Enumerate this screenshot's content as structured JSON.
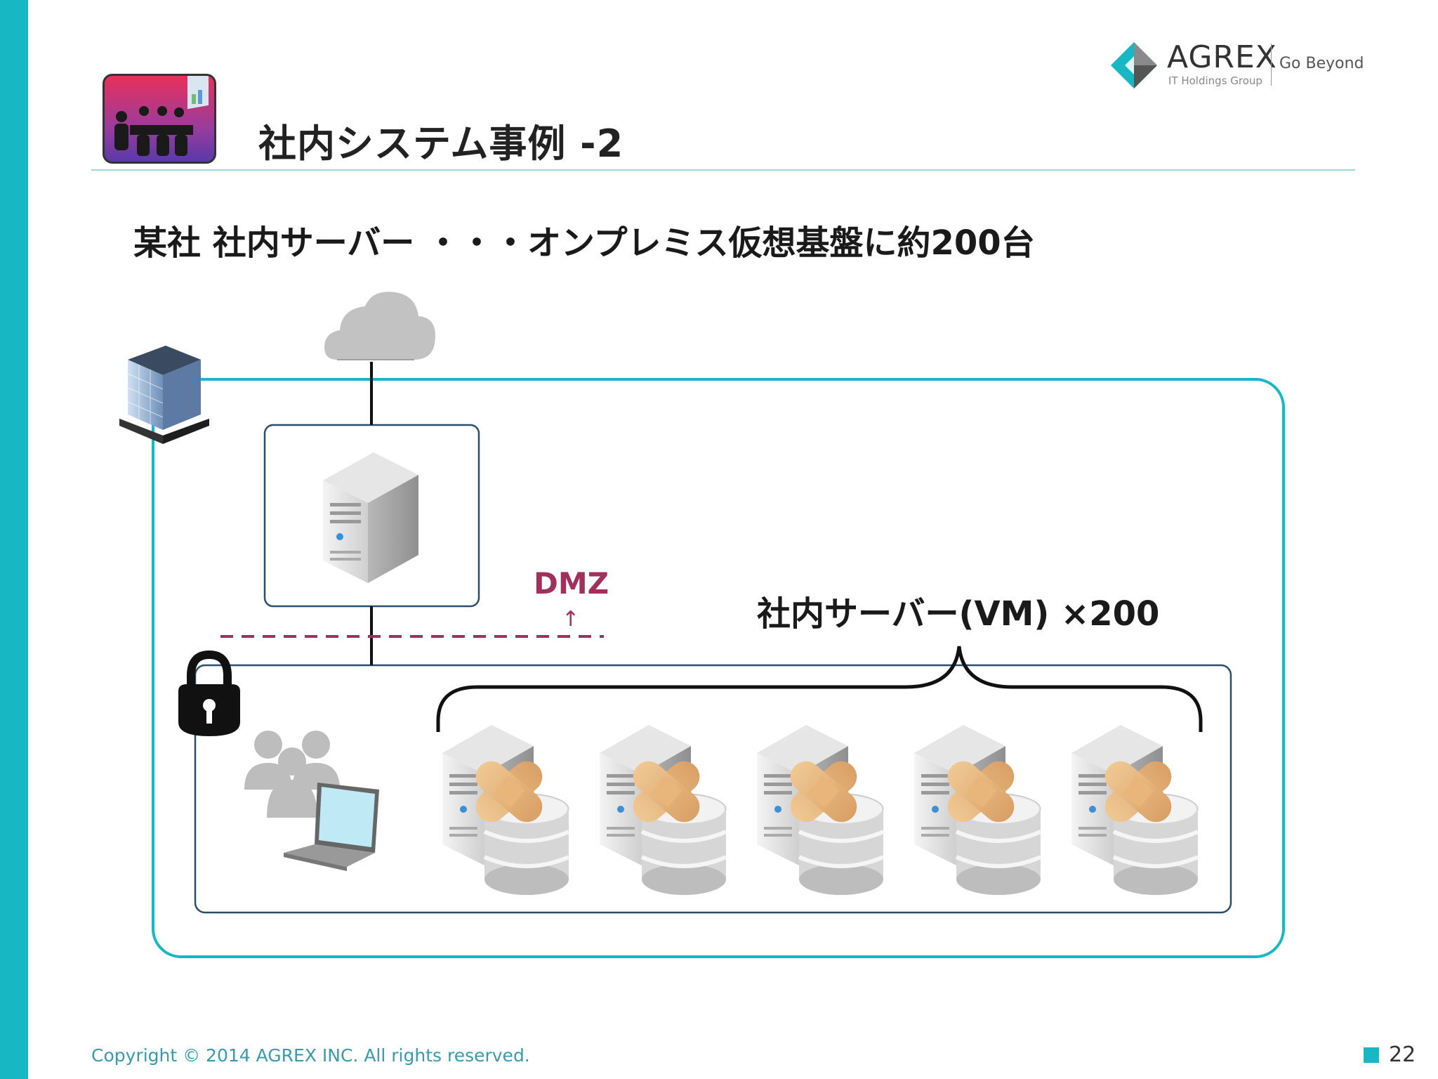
{
  "header": {
    "title": "社内システム事例 -2",
    "logo_name": "AGREX",
    "logo_sub": "IT Holdings Group",
    "logo_tagline": "Go Beyond"
  },
  "subtitle": "某社 社内サーバー ・・・オンプレミス仮想基盤に約200台",
  "diagram": {
    "dmz_label": "DMZ",
    "dmz_arrow": "↑",
    "vm_label": "社内サーバー(VM) ×200",
    "vm_server_count": 5
  },
  "footer": {
    "copyright": "Copyright © 2014 AGREX INC. All rights reserved.",
    "page_number": "22"
  },
  "colors": {
    "accent": "#17b8c4",
    "dmz": "#a0305c",
    "inner_border": "#2b4f6a"
  }
}
